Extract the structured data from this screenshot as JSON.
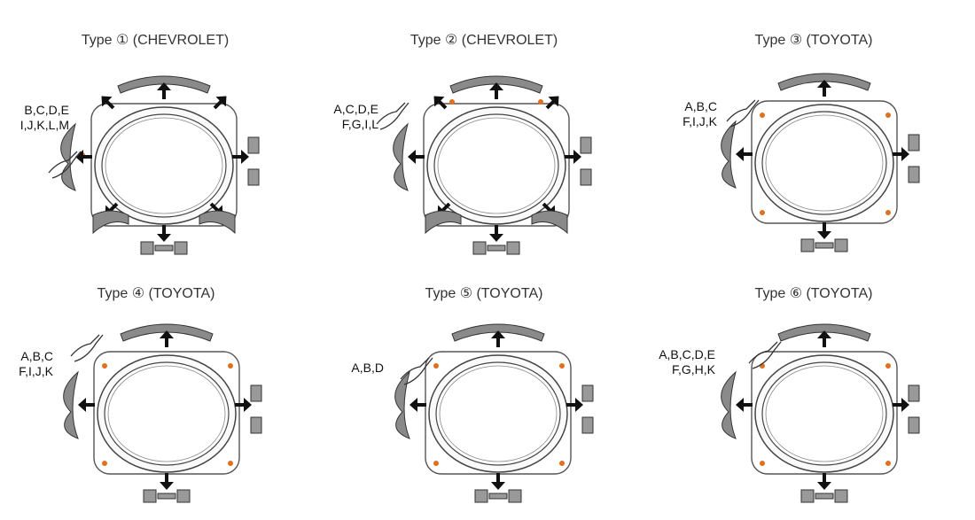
{
  "panels": [
    {
      "title": "Type ① (CHEVROLET)",
      "clips_line1": "B,C,D,E",
      "clips_line2": "I,J,K,L,M"
    },
    {
      "title": "Type ② (CHEVROLET)",
      "clips_line1": "A,C,D,E",
      "clips_line2": "F,G,I,L"
    },
    {
      "title": "Type ③ (TOYOTA)",
      "clips_line1": "A,B,C",
      "clips_line2": "F,I,J,K"
    },
    {
      "title": "Type ④ (TOYOTA)",
      "clips_line1": "A,B,C",
      "clips_line2": "F,I,J,K"
    },
    {
      "title": "Type ⑤ (TOYOTA)",
      "clips_line1": "A,B,D",
      "clips_line2": ""
    },
    {
      "title": "Type ⑥ (TOYOTA)",
      "clips_line1": "A,B,C,D,E",
      "clips_line2": "F,G,H,K"
    }
  ],
  "colors": {
    "part_fill": "#8a8a8a",
    "frame_stroke": "#555555",
    "clip_dot": "#e07020"
  }
}
